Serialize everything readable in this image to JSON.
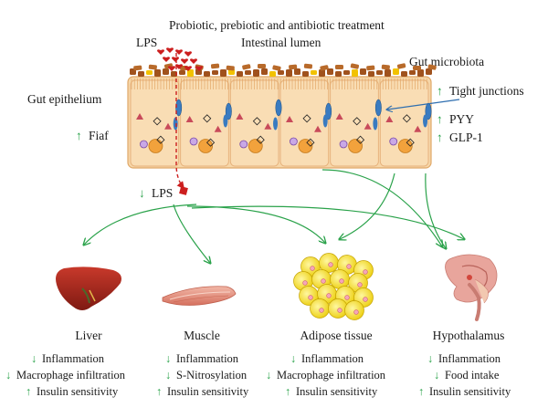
{
  "header": {
    "treatment": "Probiotic, prebiotic and antibiotic treatment",
    "lps": "LPS",
    "lumen": "Intestinal lumen",
    "microbiota": "Gut microbiota"
  },
  "gut": {
    "epithelium": "Gut epithelium",
    "fiaf": "Fiaf",
    "fiaf_arrow": "↑",
    "lps_low": "LPS",
    "lps_low_arrow": "↓",
    "tight_junctions": "Tight junctions",
    "tight_junctions_arrow": "↑",
    "pyy": "PYY",
    "pyy_arrow": "↑",
    "glp1": "GLP-1",
    "glp1_arrow": "↑"
  },
  "organs": [
    {
      "name": "Liver",
      "effects": [
        {
          "arrow": "↓",
          "text": "Inflammation"
        },
        {
          "arrow": "↓",
          "text": "Macrophage infiltration"
        },
        {
          "arrow": "↑",
          "text": "Insulin sensitivity"
        }
      ]
    },
    {
      "name": "Muscle",
      "effects": [
        {
          "arrow": "↓",
          "text": "Inflammation"
        },
        {
          "arrow": "↓",
          "text": "S-Nitrosylation"
        },
        {
          "arrow": "↑",
          "text": "Insulin sensitivity"
        }
      ]
    },
    {
      "name": "Adipose tissue",
      "effects": [
        {
          "arrow": "↓",
          "text": "Inflammation"
        },
        {
          "arrow": "↓",
          "text": "Macrophage infiltration"
        },
        {
          "arrow": "↑",
          "text": "Insulin sensitivity"
        }
      ]
    },
    {
      "name": "Hypothalamus",
      "effects": [
        {
          "arrow": "↓",
          "text": "Inflammation"
        },
        {
          "arrow": "↓",
          "text": "Food intake"
        },
        {
          "arrow": "↑",
          "text": "Insulin sensitivity"
        }
      ]
    }
  ],
  "colors": {
    "arrow_green": "#2aa24a",
    "epithelium_fill": "#f6d6a8",
    "epithelium_stroke": "#e0a868",
    "microbiota_brown": "#a0521d",
    "microbiota_yellow": "#f2c200",
    "lps_red": "#cc1f1f",
    "tight_junction_blue": "#2f6fb0",
    "nucleus_orange": "#f2a23c",
    "liver_red": "#a8261b",
    "muscle_pink": "#e89a86",
    "adipose_yellow": "#f4e33a",
    "brain_pink": "#e8a59c"
  }
}
